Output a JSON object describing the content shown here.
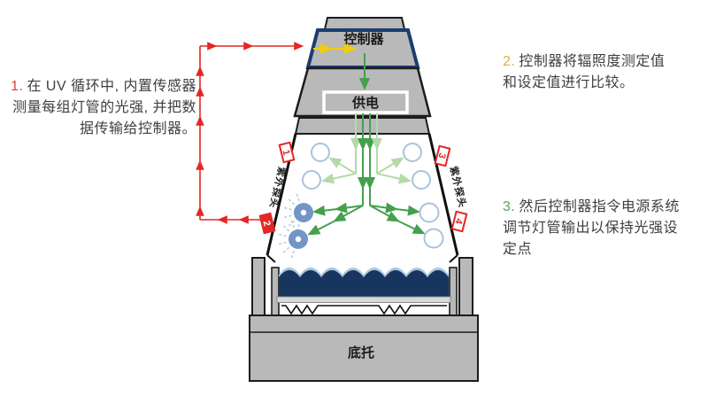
{
  "figure": {
    "steps": [
      {
        "num": "1.",
        "text": "在 UV 循环中, 内置传感器测量每组灯管的光强, 并把数据传输给控制器。"
      },
      {
        "num": "2.",
        "text": "控制器将辐照度测定值和设定值进行比较。"
      },
      {
        "num": "3.",
        "text": "然后控制器指令电源系统调节灯管输出以保持光强设定点"
      }
    ],
    "machine": {
      "controller_label": "控制器",
      "power_label": "供电",
      "base_label": "底托",
      "uv_probe_label": "紫外探头",
      "probe_numbers": {
        "left_top": "1",
        "left_bottom": "2",
        "right_top": "3",
        "right_bottom": "4"
      }
    },
    "colors": {
      "machine_gray": "#b9b9b9",
      "outline_black": "#1c1c1c",
      "navy_border": "#1c3d6e",
      "water_navy": "#16365f",
      "water_light": "#aac6e0",
      "lamp_fill_blue": "#7295c7",
      "lamp_outline_blue": "#a9c3dc",
      "arrow_red": "#e32726",
      "arrow_yellow": "#f2cc0c",
      "arrow_green": "#44a04c",
      "arrow_light_green": "#b5d9a8",
      "step1_red": "#d9453a",
      "step2_amber": "#dfae3c",
      "step3_green": "#55a564"
    }
  }
}
